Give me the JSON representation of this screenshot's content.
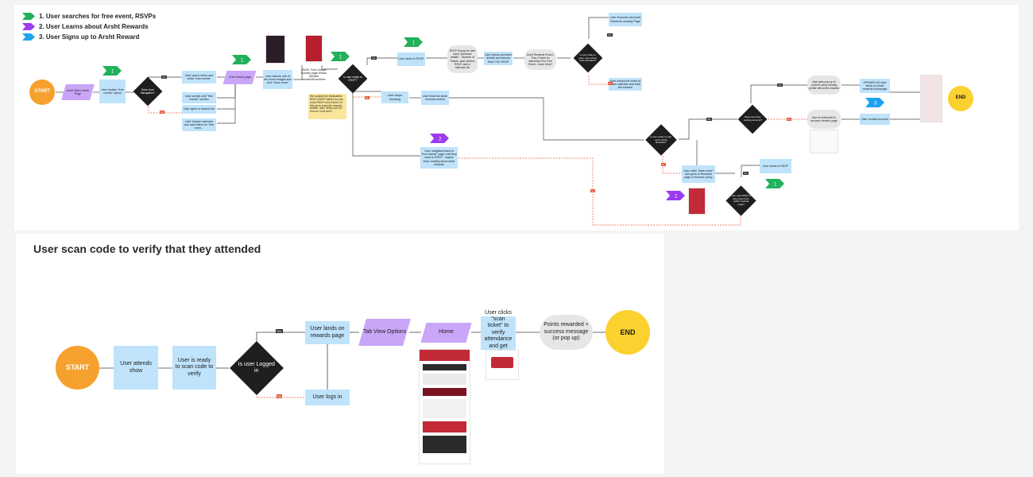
{
  "legend": [
    {
      "label": "1. User searches for free event, RSVPs",
      "color": "#21b15a"
    },
    {
      "label": "2. User Learns about Arsht Rewards",
      "color": "#9a3cf0"
    },
    {
      "label": "3. User Signs up to Arsht Reward",
      "color": "#1ea3f0"
    }
  ],
  "colors": {
    "start": "#f6a12e",
    "end": "#fbd130",
    "process": "#bfe3fb",
    "io": "#c9a6f7",
    "decision": "#1e1e1e",
    "note": "#f9e69b",
    "yes_tag": "#333333",
    "no_tag": "#e8553a"
  },
  "flow1": {
    "start": "START",
    "visit_home": "Arsht Visitor Home Page",
    "locates_free": "User locates \"free events\" option",
    "dec_navigation": "Does User Navigation?",
    "opens_menu": "User opens menu and clicks \"free events\"",
    "free_events_page": "Free events page",
    "scrolls_until": "User scrolls until \"free events\" section",
    "types_search": "User types in search bar",
    "browses_calendar": "User browse calendar and uses filters for \"free even...",
    "selects_event": "User selects one of the event images and click \"learn more\"",
    "caption_page": "PAGE: Free Gospel Sunday page shown website events/Show/Here",
    "note": "We consider the implications RSVP (RSVP button) for user, is the RSVP is the Event? Or they go to event the rewards section, help? Which are for? How do I look here?",
    "dec_ready_rsvp": "Is user ready to RSVP?",
    "clicks_rsvp": "User clicks to RSVP",
    "rsvp_popup": "RSVP Popup for user input \"purchase details\" - Number of Tickets, seat section, RSVP, add to calendar etc",
    "inputs_purchase": "User inputs purchase details and selects final CTA: RSVP",
    "arsht_promo": "Arsht Rewards Promo: \"Earn Points for Attending This Free Event - Learn More\"",
    "dec_learn_more": "Is user ready to learn more about Arsht Rewards?",
    "explores_rewards": "User Explores the Arsht Rewards Landing Page",
    "closes_event": "User closes the event to learn calendar and exits the browser",
    "keeps_browsing": "User keeps browsing",
    "finds_section": "User finds the Arsht rewards section",
    "navigates_back": "User navigates back to \"free events\" page until they want to RSVP - maybe keep reading about arsht rewards",
    "dec_sign_up": "Is user ready to sign up for Arsht Rewards?",
    "dec_existing": "Does user have existing account?",
    "gets_popup": "User gets pop-up to confirm using existing profile with arsht rewards",
    "redirected": "User is redirected to account creation page",
    "opened": "OPENED AS User lands on Arsht rewards homepage",
    "creates_account": "User creates account",
    "visits_rewards_page": "User visits \"learn more\" and goes to Rewards page in browser proxy",
    "goes_back_rsvp": "User clicks to RSVP",
    "dec_rsvp_free": "Can user RSVP to free event from within rewards page?",
    "end": "END",
    "tags": {
      "yes": "Yes",
      "no": "No"
    },
    "badge_numbers": [
      "1",
      "1",
      "1",
      "2",
      "2",
      "3",
      "1"
    ]
  },
  "flow2": {
    "title": "User scan code to verify that they attended",
    "start": "START",
    "attends_show": "User attends show",
    "ready_scan": "User is ready to scan code to verify",
    "dec_logged": "Is user Logged in",
    "lands_rewards": "User lands on rewards page",
    "tab_view": "Tab View Options",
    "home": "Home",
    "clicks_scan": "User clicks \"scan ticket\" to verify attendance and get point",
    "points_rewarded": "Points rewarded + success message (or pop up)",
    "end": "END",
    "logs_in": "User logs in",
    "tag_yes": "Yes",
    "tag_no": "No"
  }
}
